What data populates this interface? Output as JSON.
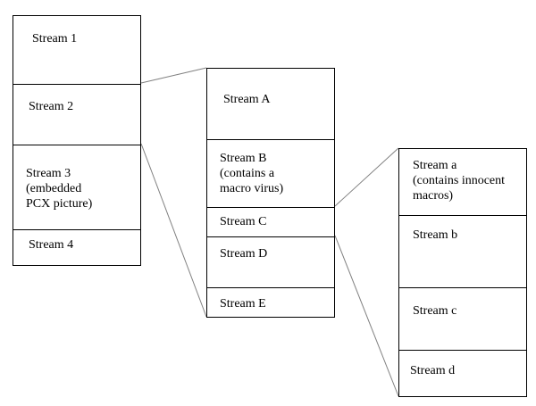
{
  "colors": {
    "line": "#000000",
    "connector": "#808080",
    "background": "#ffffff"
  },
  "stacks": [
    {
      "cells": [
        {
          "label": "Stream 1"
        },
        {
          "label": "Stream 2"
        },
        {
          "label": "Stream 3\n(embedded\nPCX picture)"
        },
        {
          "label": "Stream 4"
        }
      ]
    },
    {
      "cells": [
        {
          "label": "Stream A"
        },
        {
          "label": "Stream B\n(contains a\nmacro virus)"
        },
        {
          "label": "Stream C"
        },
        {
          "label": "Stream D"
        },
        {
          "label": "Stream E"
        }
      ]
    },
    {
      "cells": [
        {
          "label": "Stream a\n(contains innocent\nmacros)"
        },
        {
          "label": "Stream b"
        },
        {
          "label": "Stream c"
        },
        {
          "label": "Stream d"
        }
      ]
    }
  ]
}
